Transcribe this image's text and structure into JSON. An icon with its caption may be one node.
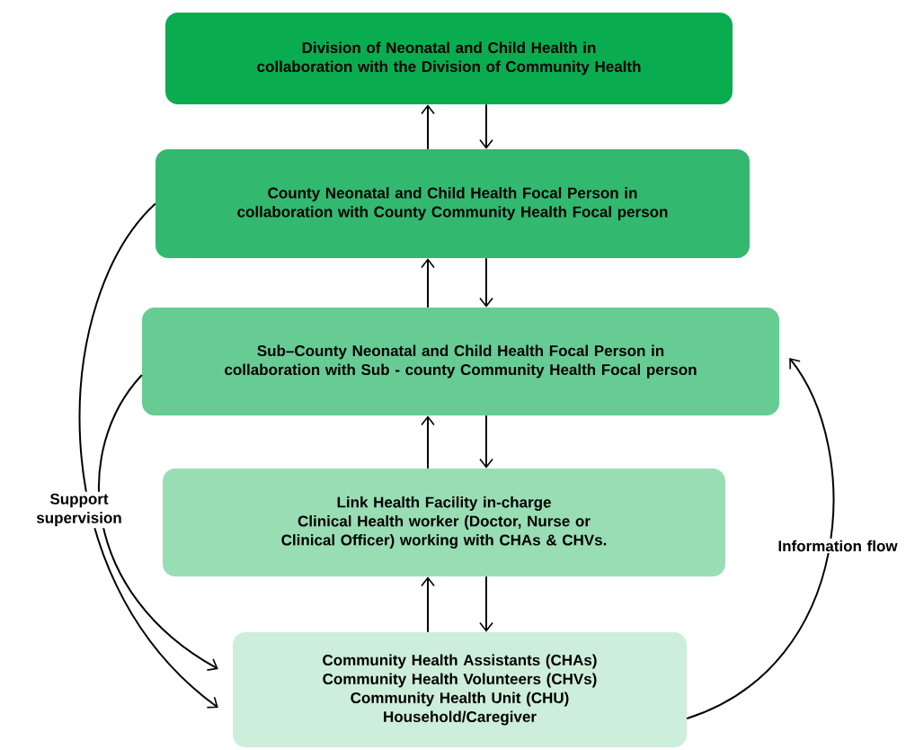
{
  "diagram": {
    "nodes": [
      {
        "text": [
          "Division of Neonatal and Child Health in collaboration with the Division of Community Health"
        ]
      },
      {
        "text": [
          "County Neonatal and Child Health Focal Person in collaboration with County Community Health Focal person"
        ]
      },
      {
        "text": [
          "Sub–County Neonatal and Child Health Focal Person in collaboration with Sub - county Community Health Focal person"
        ]
      },
      {
        "text": [
          "Link Health Facility in-charge",
          "Clinical Health worker (Doctor, Nurse or Clinical Officer) working with CHAs & CHVs."
        ]
      },
      {
        "text": [
          "Community Health Assistants (CHAs)",
          "Community Health Volunteers (CHVs)",
          "Community Health Unit (CHU)",
          "Household/Caregiver"
        ]
      }
    ],
    "edges": [
      {
        "from": 1,
        "to": 0,
        "arrow": "to"
      },
      {
        "from": 0,
        "to": 1,
        "arrow": "to"
      },
      {
        "from": 2,
        "to": 1,
        "arrow": "to"
      },
      {
        "from": 1,
        "to": 2,
        "arrow": "to"
      },
      {
        "from": 3,
        "to": 2,
        "arrow": "to"
      },
      {
        "from": 2,
        "to": 3,
        "arrow": "to"
      },
      {
        "from": 4,
        "to": 3,
        "arrow": "to"
      },
      {
        "from": 3,
        "to": 4,
        "arrow": "to"
      },
      {
        "from": 1,
        "to": 4,
        "arrow": "to",
        "label": "Support supervision"
      },
      {
        "from": 2,
        "to": 4,
        "arrow": "to"
      },
      {
        "from": 4,
        "to": 2,
        "arrow": "to",
        "label": "Information flow"
      }
    ]
  }
}
